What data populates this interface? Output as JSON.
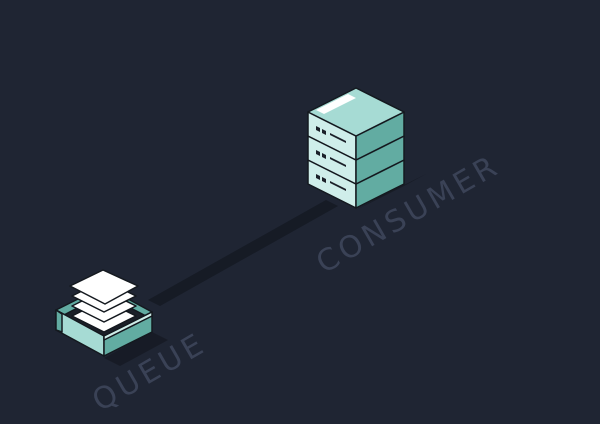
{
  "labels": {
    "queue": "QUEUE",
    "consumer": "CONSUMER"
  },
  "colors": {
    "background": "#1f2533",
    "label": "#3a4256",
    "teal_light": "#cfeeea",
    "teal_mid": "#a6dbd4",
    "teal_dark": "#62aca2",
    "outline": "#14191f",
    "paper": "#ffffff",
    "shadow": "#161b25"
  },
  "icons": {
    "queue": "message-queue-tray-icon",
    "consumer": "server-stack-icon"
  },
  "connection": {
    "from": "queue",
    "to": "consumer"
  }
}
